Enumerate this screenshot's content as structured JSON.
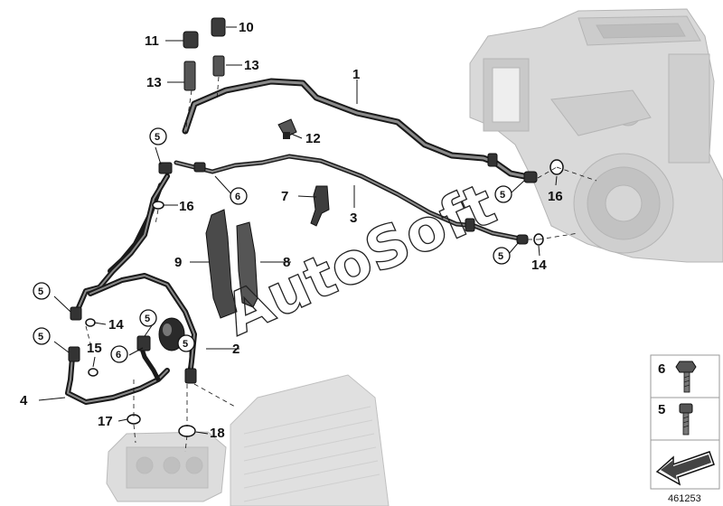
{
  "callouts": {
    "c1": "1",
    "c2": "2",
    "c3": "3",
    "c4": "4",
    "c5": "5",
    "c6": "6",
    "c7": "7",
    "c8": "8",
    "c9": "9",
    "c10": "10",
    "c11": "11",
    "c12": "12",
    "c13": "13",
    "c14": "14",
    "c15": "15",
    "c16": "16",
    "c17": "17",
    "c18": "18"
  },
  "legend": {
    "item_a": "6",
    "item_b": "5"
  },
  "reference_number": "461253",
  "watermark": "AutoSoft"
}
